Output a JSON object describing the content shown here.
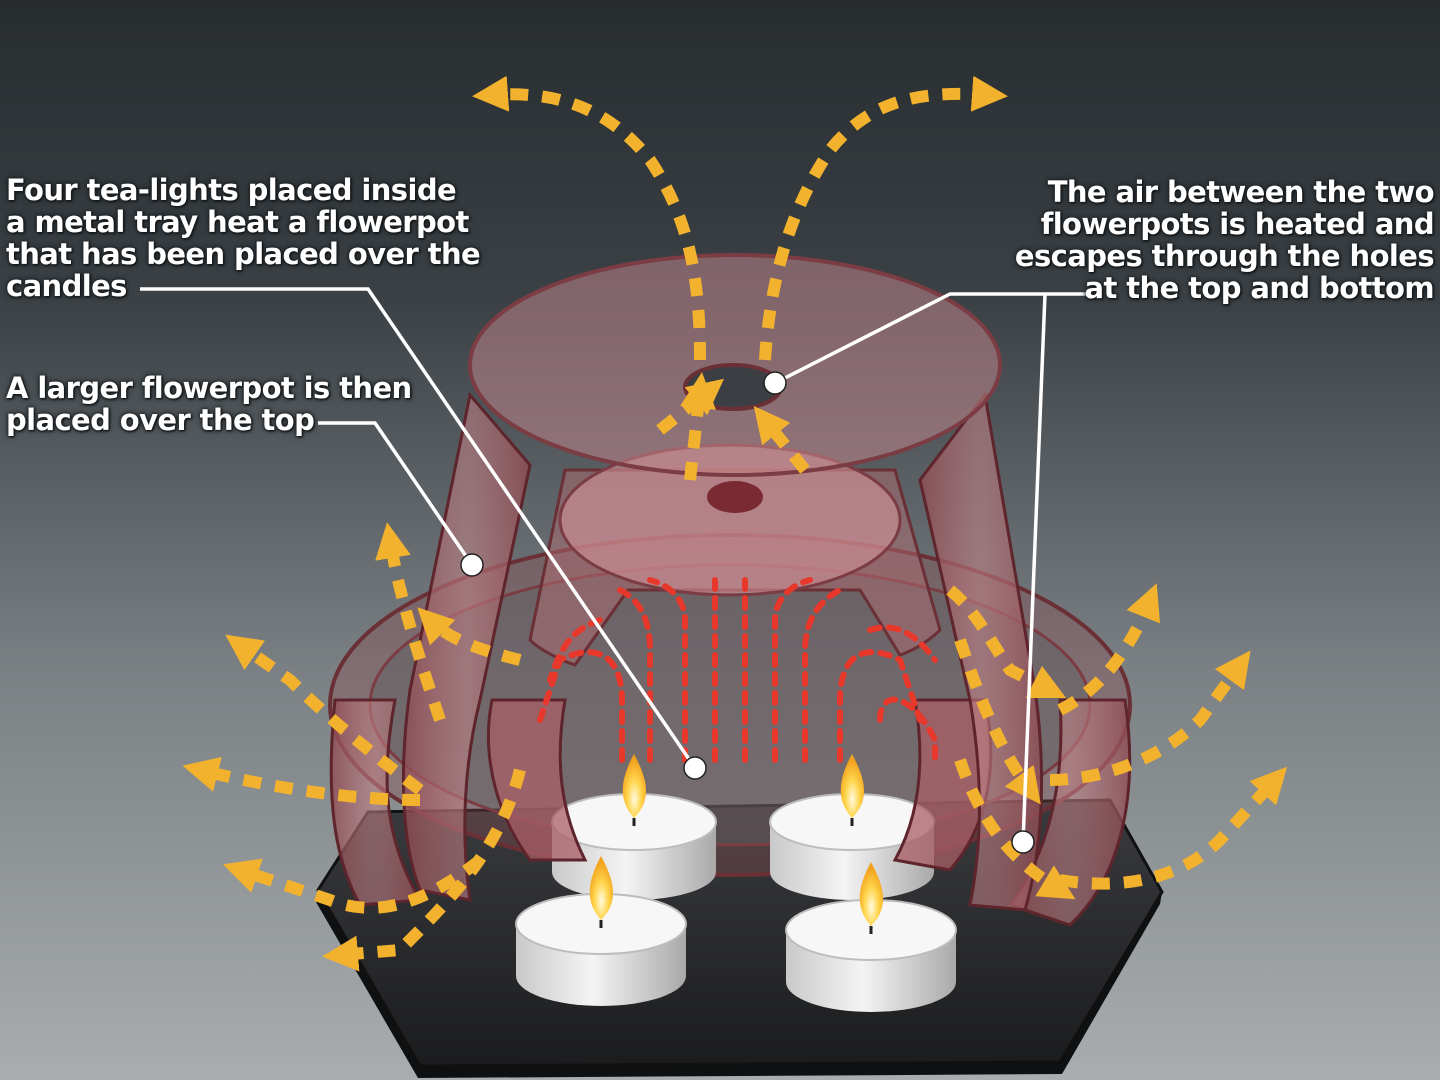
{
  "labels": {
    "tealights": [
      "Four tea-lights placed inside",
      "a metal tray heat a flowerpot",
      "that has been placed over the",
      "candles"
    ],
    "larger_pot": [
      "A larger flowerpot is then",
      "placed over the top"
    ],
    "air": [
      "The air between the two",
      "flowerpots is heated and",
      "escapes through the holes",
      "at the top and bottom"
    ]
  },
  "colors": {
    "warm_air_arrow": "#f3b22e",
    "hot_air_arrow": "#e8382c",
    "flowerpot": "#b9777c",
    "tray": "#2a2b2d",
    "candle": "#e9e9e9",
    "flame": "#ffd24a",
    "callout": "#ffffff"
  }
}
